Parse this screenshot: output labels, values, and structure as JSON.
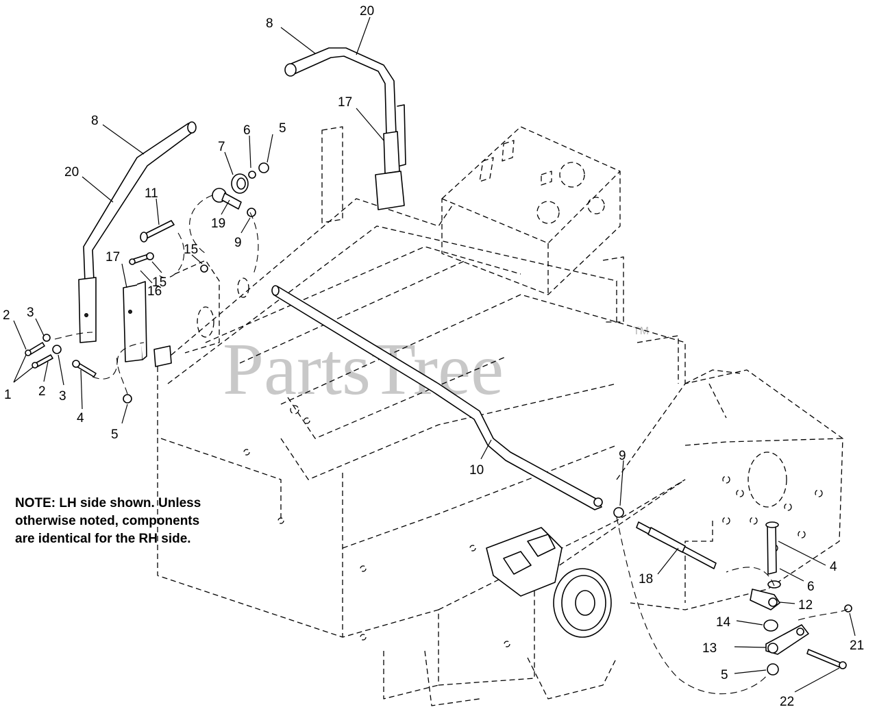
{
  "watermark": "PartsTree",
  "trademark": "TM",
  "note_lines": [
    "NOTE: LH side shown.  Unless",
    "otherwise noted, components",
    "are identical for the RH side."
  ],
  "callouts": {
    "c20_top": "20",
    "c8_top": "8",
    "c17_top": "17",
    "c8_left": "8",
    "c20_left": "20",
    "c7": "7",
    "c6_top": "6",
    "c5_top": "5",
    "c11": "11",
    "c19": "19",
    "c9_top": "9",
    "c15_a": "15",
    "c15_b": "15",
    "c17_left": "17",
    "c16": "16",
    "c2_a": "2",
    "c3_a": "3",
    "c1": "1",
    "c2_b": "2",
    "c3_b": "3",
    "c4_left": "4",
    "c5_left": "5",
    "c10": "10",
    "c9_mid": "9",
    "c18": "18",
    "c4_right": "4",
    "c6_right": "6",
    "c12": "12",
    "c14": "14",
    "c13": "13",
    "c5_bottom": "5",
    "c21": "21",
    "c22": "22"
  }
}
